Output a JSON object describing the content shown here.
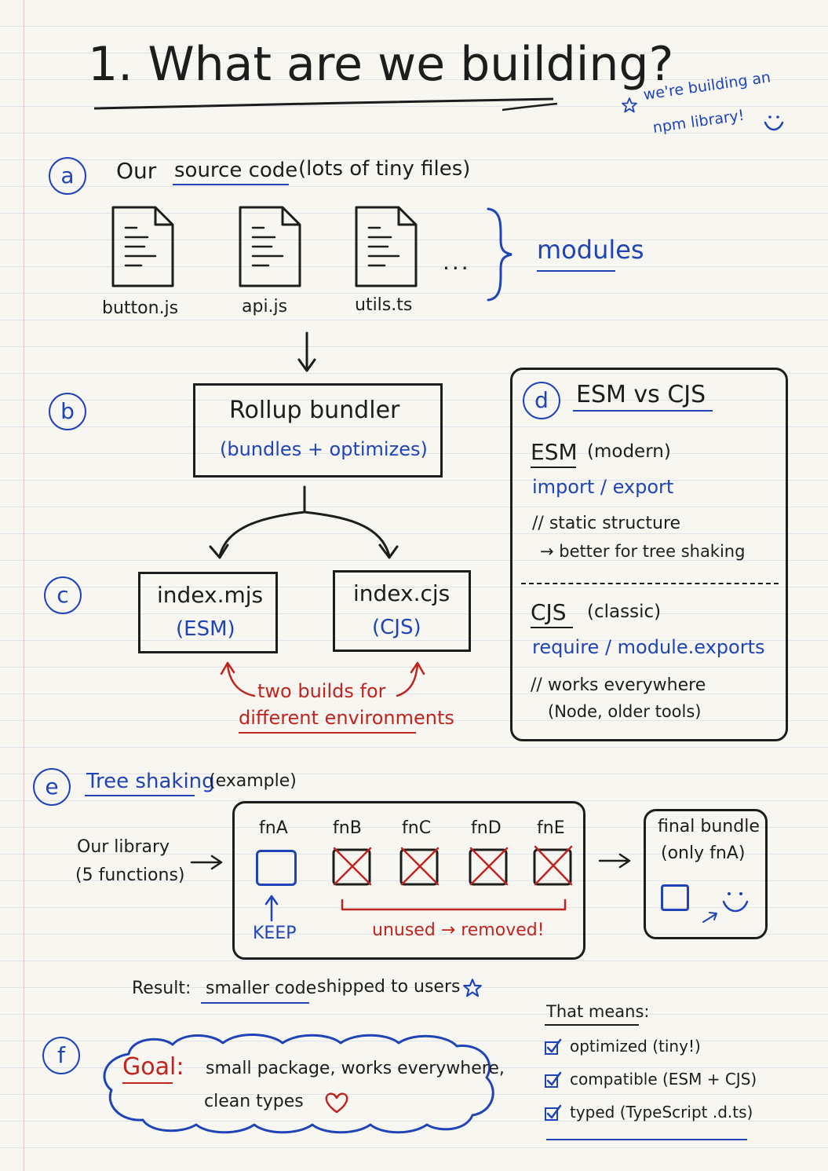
{
  "title": "1. What are we building?",
  "aside": {
    "line1": "we're building an",
    "line2": "npm library!"
  },
  "colors": {
    "ink": "#1d1d1d",
    "blue": "#1f44b8",
    "red": "#c0241f",
    "paper": "#f8f6f1"
  },
  "sections": {
    "a": "a",
    "b": "b",
    "c": "c",
    "d": "d",
    "e": "e",
    "f": "f"
  },
  "source": {
    "prefix": "Our",
    "highlight": "source code",
    "suffix": "(lots of tiny files)",
    "files": [
      "button.js",
      "api.js",
      "utils.ts"
    ],
    "ellipsis": "...",
    "group_label": "modules"
  },
  "bundler": {
    "name": "Rollup bundler",
    "desc": "(bundles + optimizes)"
  },
  "outputs": [
    {
      "file": "index.mjs",
      "format": "(ESM)"
    },
    {
      "file": "index.cjs",
      "format": "(CJS)"
    }
  ],
  "outputs_note": {
    "line1": "two builds for",
    "line2": "different environments"
  },
  "esm_vs_cjs": {
    "title": "ESM vs CJS",
    "esm": {
      "name": "ESM",
      "tag": "(modern)",
      "syntax": "import / export",
      "comment": "// static structure",
      "note": "→ better for tree shaking"
    },
    "cjs": {
      "name": "CJS",
      "tag": "(classic)",
      "syntax": "require / module.exports",
      "comment": "// works everywhere",
      "note": "(Node, older tools)"
    }
  },
  "tree_shaking": {
    "title": "Tree shaking",
    "tag": "(example)",
    "library_line1": "Our library",
    "library_line2": "(5 functions)",
    "functions": [
      "fnA",
      "fnB",
      "fnC",
      "fnD",
      "fnE"
    ],
    "keep_label": "KEEP",
    "removed_label": "unused → removed!",
    "final_line1": "final bundle",
    "final_line2": "(only fnA)"
  },
  "result": {
    "label": "Result:",
    "highlight": "smaller code",
    "rest": "shipped to users"
  },
  "goal": {
    "label": "Goal:",
    "line1": "small package, works everywhere,",
    "line2": "clean types"
  },
  "means": {
    "title": "That means:",
    "items": [
      "optimized (tiny!)",
      "compatible (ESM + CJS)",
      "typed (TypeScript .d.ts)"
    ]
  },
  "icons": [
    "star-icon",
    "smiley-icon",
    "file-icon",
    "brace-icon",
    "arrow-icon",
    "cross-icon",
    "heart-icon",
    "checkbox-icon"
  ]
}
